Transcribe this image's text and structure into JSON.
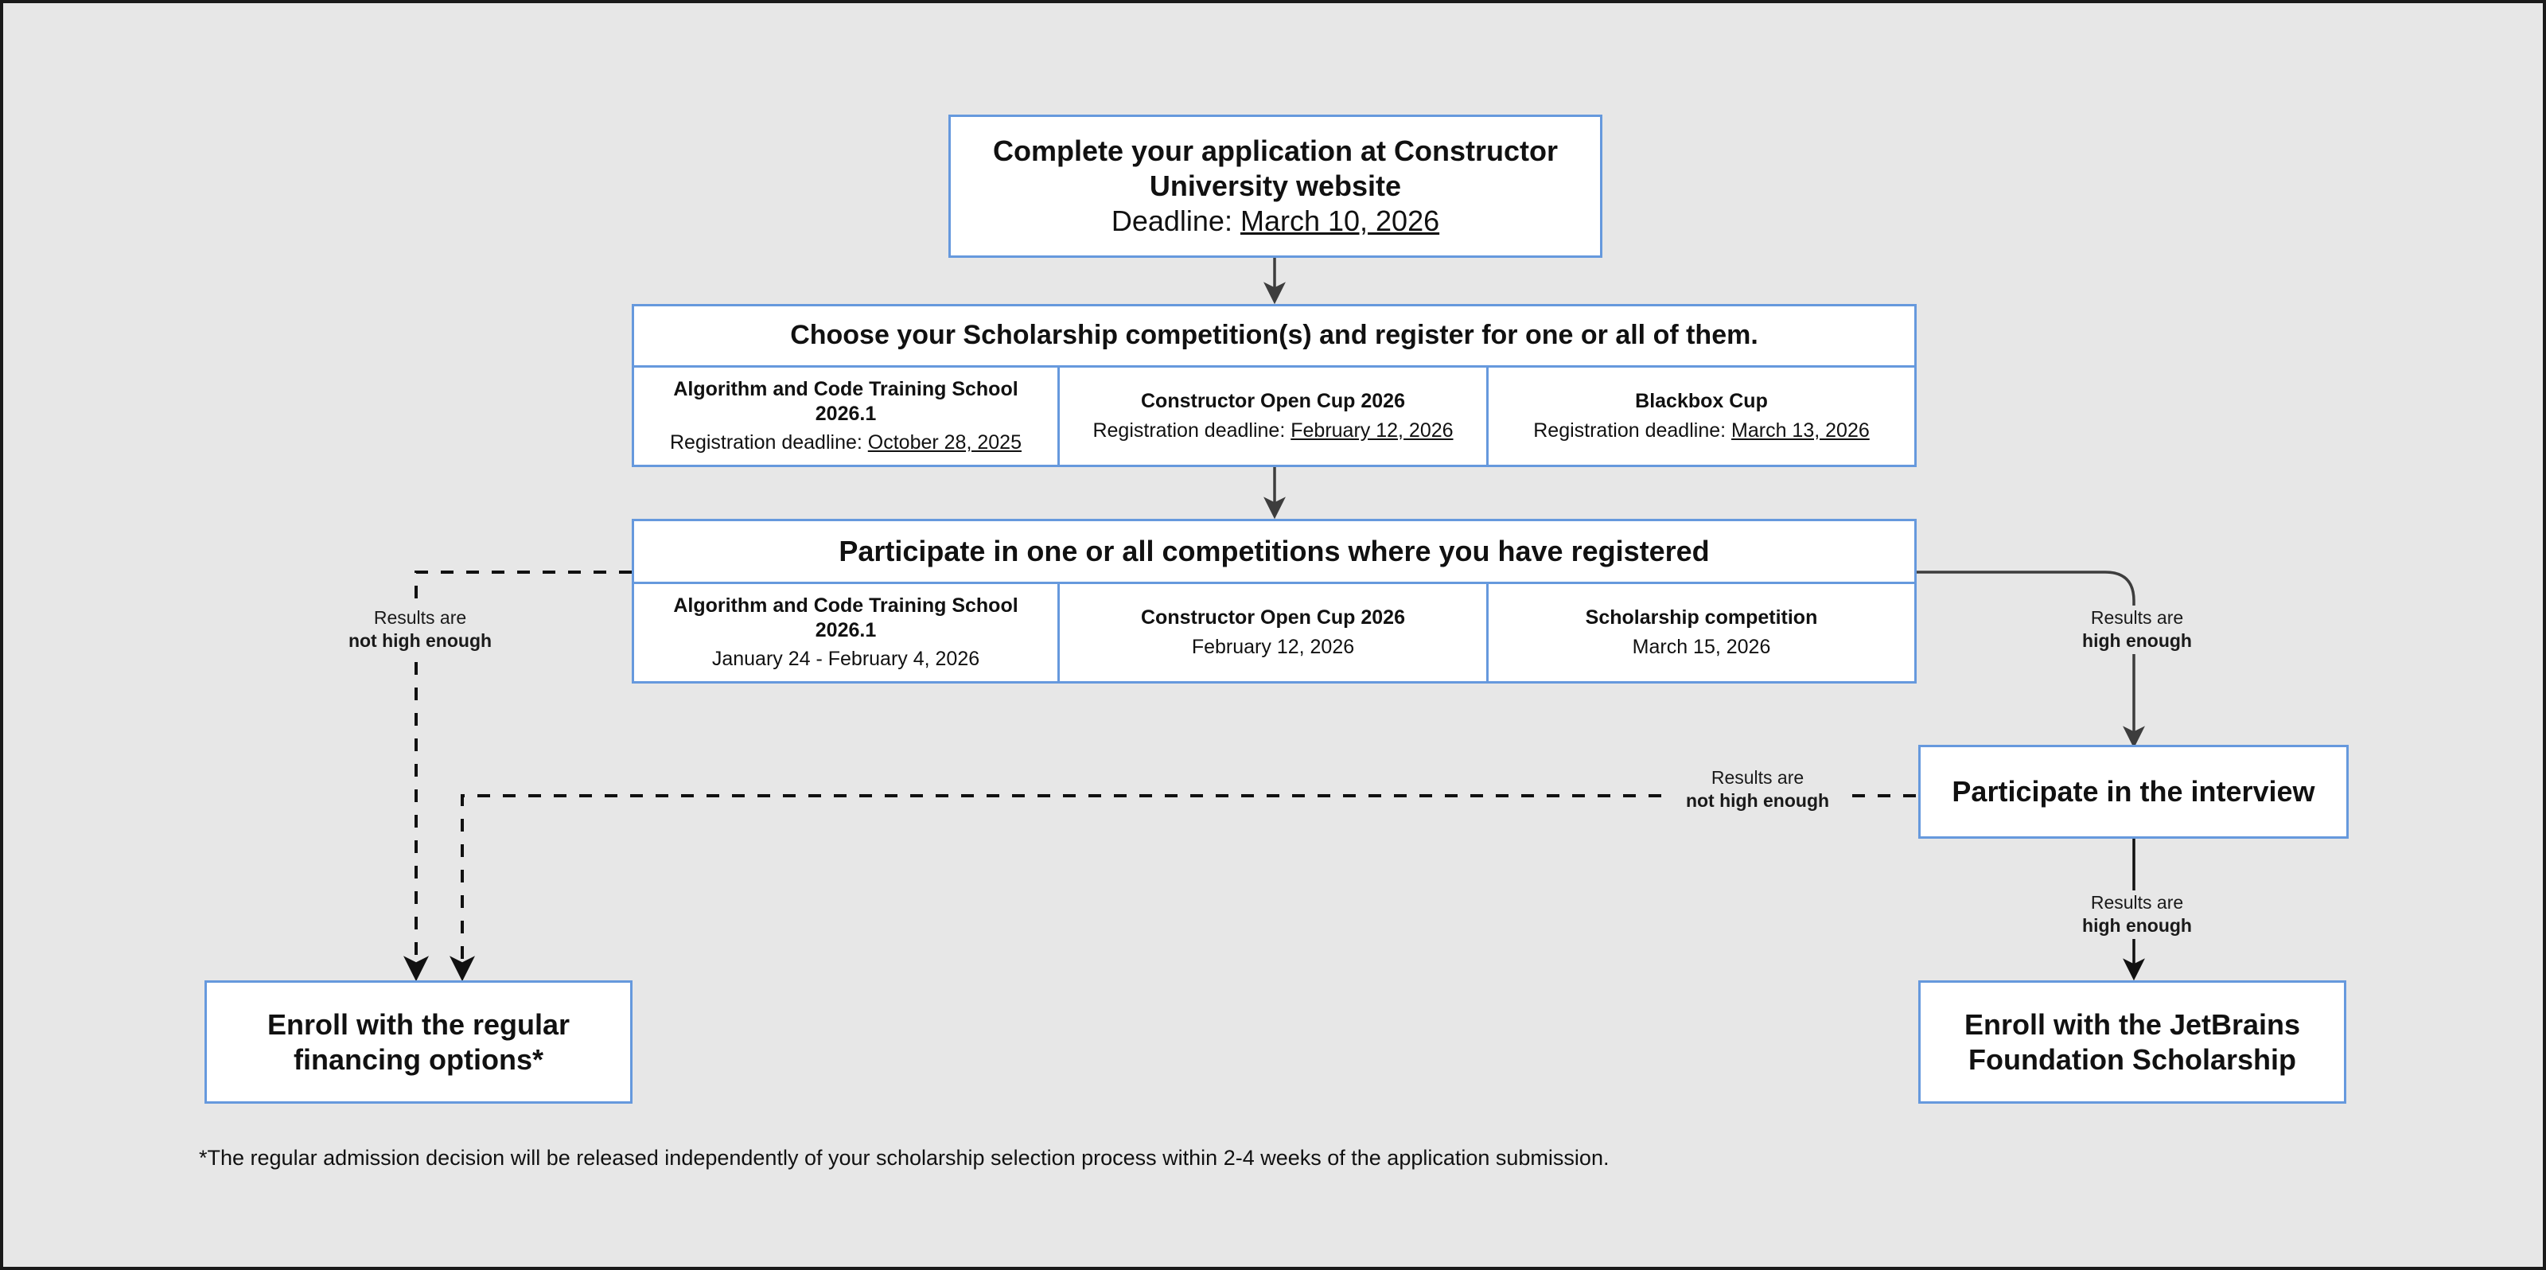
{
  "diagram": {
    "title": "Constructor University Scholarship Process Flowchart",
    "colors": {
      "background": "#e7e7e7",
      "node_border": "#6699dd",
      "node_fill": "#ffffff",
      "connector": "#444444",
      "text": "#111111"
    }
  },
  "nodes": {
    "application": {
      "name": "Complete your application at Constructor University website",
      "line1": "Complete your application at Constructor",
      "line2": "University website",
      "deadline_prefix": "Deadline:",
      "deadline_date": "March 10, 2026"
    },
    "choose": {
      "heading": "Choose your Scholarship competition(s) and register for one or all of them.",
      "columns": [
        {
          "title": "Algorithm and Code Training School 2026.1",
          "sub_prefix": "Registration deadline:",
          "sub_date": "October 28, 2025"
        },
        {
          "title": "Constructor Open Cup 2026",
          "sub_prefix": "Registration deadline:",
          "sub_date": "February 12, 2026"
        },
        {
          "title": "Blackbox Cup",
          "sub_prefix": "Registration deadline:",
          "sub_date": "March 13, 2026"
        }
      ]
    },
    "participate": {
      "heading": "Participate in one or all competitions where you have registered",
      "columns": [
        {
          "title": "Algorithm and Code Training School 2026.1",
          "sub_date": "January 24 - February 4, 2026"
        },
        {
          "title": "Constructor Open Cup 2026",
          "sub_date": "February 12, 2026"
        },
        {
          "title": "Scholarship competition",
          "sub_date": "March 15, 2026"
        }
      ]
    },
    "interview": {
      "heading": "Participate in the interview"
    },
    "regular": {
      "line1": "Enroll with the regular",
      "line2": "financing options*"
    },
    "jetbrains": {
      "line1": "Enroll with the JetBrains",
      "line2": "Foundation Scholarship"
    }
  },
  "edge_labels": {
    "competitions_fail": {
      "line1": "Results are",
      "line2": "not high enough"
    },
    "competitions_pass": {
      "line1": "Results are",
      "line2": "high enough"
    },
    "interview_fail": {
      "line1": "Results are",
      "line2": "not high enough"
    },
    "interview_pass": {
      "line1": "Results are",
      "line2": "high enough"
    }
  },
  "footnote": {
    "text": "*The regular admission decision will be released independently of your scholarship selection process within 2-4 weeks of the application submission."
  }
}
